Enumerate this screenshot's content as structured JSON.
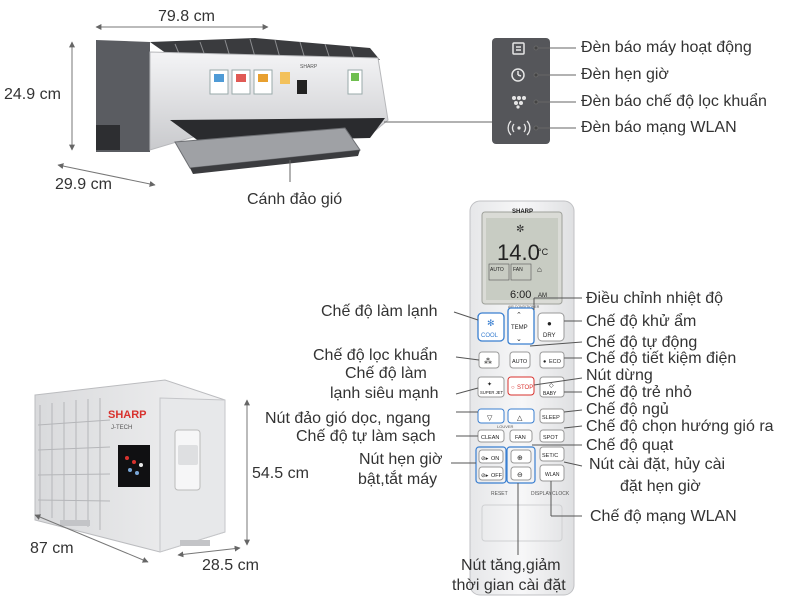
{
  "dimensions": {
    "width": "79.8 cm",
    "height": "24.9 cm",
    "depth": "29.9 cm",
    "outdoor_height": "54.5 cm",
    "outdoor_width": "87 cm",
    "outdoor_depth": "28.5 cm"
  },
  "indoor": {
    "brand": "SHARP",
    "louver_label": "Cánh đảo gió"
  },
  "indicators": [
    {
      "icon": "power-indicator-icon",
      "label": "Đèn báo máy hoạt động"
    },
    {
      "icon": "timer-indicator-icon",
      "label": "Đèn hẹn giờ"
    },
    {
      "icon": "plasmacluster-indicator-icon",
      "label": "Đèn báo chế độ lọc khuẩn"
    },
    {
      "icon": "wlan-indicator-icon",
      "label": "Đèn báo mạng WLAN"
    }
  ],
  "outdoor": {
    "brand": "SHARP",
    "subbrand": "J-TECH"
  },
  "remote": {
    "brand": "SHARP",
    "lcd": {
      "temp": "14.0",
      "unit": "°C",
      "mode": "AUTO",
      "fan": "FAN",
      "time": "6:00",
      "ampm": "AM",
      "caption": "AIR CONDITIONER"
    },
    "buttons": {
      "cool": "COOL",
      "temp": "TEMP",
      "dry": "DRY",
      "auto": "AUTO",
      "eco": "ECO",
      "stop": "STOP",
      "superjet": "SUPER JET",
      "baby": "BABY",
      "sleep": "SLEEP",
      "louver": "LOUVER",
      "clean": "CLEAN",
      "fan": "FAN",
      "spot": "SPOT",
      "on": "ON",
      "off": "OFF",
      "setc": "SET/C",
      "wlan": "WLAN",
      "reset": "RESET",
      "display": "DISPLAY",
      "clock": "CLOCK"
    }
  },
  "labels": {
    "left": {
      "cool": "Chế độ làm lạnh",
      "plasma": "Chế độ lọc khuẩn",
      "superjet_1": "Chế độ làm",
      "superjet_2": "lạnh siêu mạnh",
      "louver": "Nút đảo gió dọc, ngang",
      "clean": "Chế độ tự làm sạch",
      "timer_1": "Nút hẹn giờ",
      "timer_2": "bật,tắt máy"
    },
    "right": {
      "temp": "Điều chỉnh nhiệt độ",
      "dry": "Chế độ khử ẩm",
      "auto": "Chế độ tự động",
      "eco": "Chế độ tiết kiệm điện",
      "stop": "Nút dừng",
      "baby": "Chế độ trẻ nhỏ",
      "sleep": "Chế độ ngủ",
      "spot": "Chế độ chọn hướng gió ra",
      "fan": "Chế độ quạt",
      "set_1": "Nút cài đặt, hủy cài",
      "set_2": "đặt hẹn giờ",
      "wlan": "Chế độ mạng WLAN"
    },
    "bottom_1": "Nút tăng,giảm",
    "bottom_2": "thời gian cài đặt"
  }
}
